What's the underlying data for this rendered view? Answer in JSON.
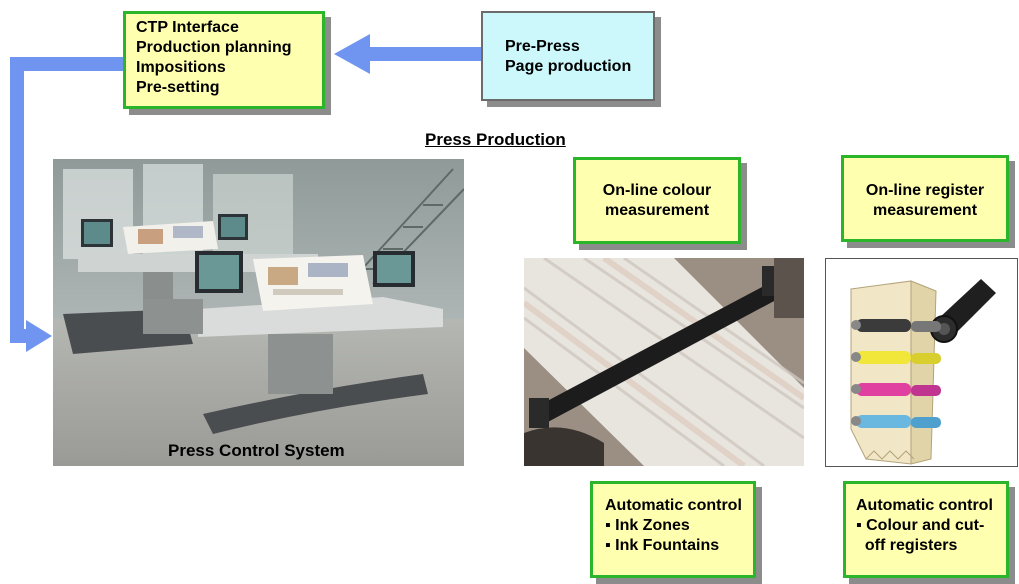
{
  "ctp_box": {
    "lines": [
      "CTP Interface",
      "Production planning",
      "Impositions",
      "Pre-setting"
    ]
  },
  "prepress_box": {
    "lines": [
      "Pre-Press",
      "Page production"
    ]
  },
  "section_title": "Press Production",
  "press_control": {
    "caption": "Press Control System"
  },
  "colour_measurement_box": {
    "lines": [
      "On-line colour",
      "measurement"
    ]
  },
  "register_measurement_box": {
    "lines": [
      "On-line register",
      "measurement"
    ]
  },
  "ink_control_box": {
    "lines": [
      "Automatic control",
      "▪ Ink Zones",
      "▪ Ink Fountains"
    ]
  },
  "register_control_box": {
    "lines": [
      "Automatic control",
      "▪ Colour and cut-",
      "  off registers"
    ]
  },
  "colors": {
    "box_fill_yellow": "#ffffb0",
    "box_border_green": "#2bb52b",
    "box_fill_cyan": "#ccf8fb",
    "arrow_blue": "#6f95f0"
  }
}
